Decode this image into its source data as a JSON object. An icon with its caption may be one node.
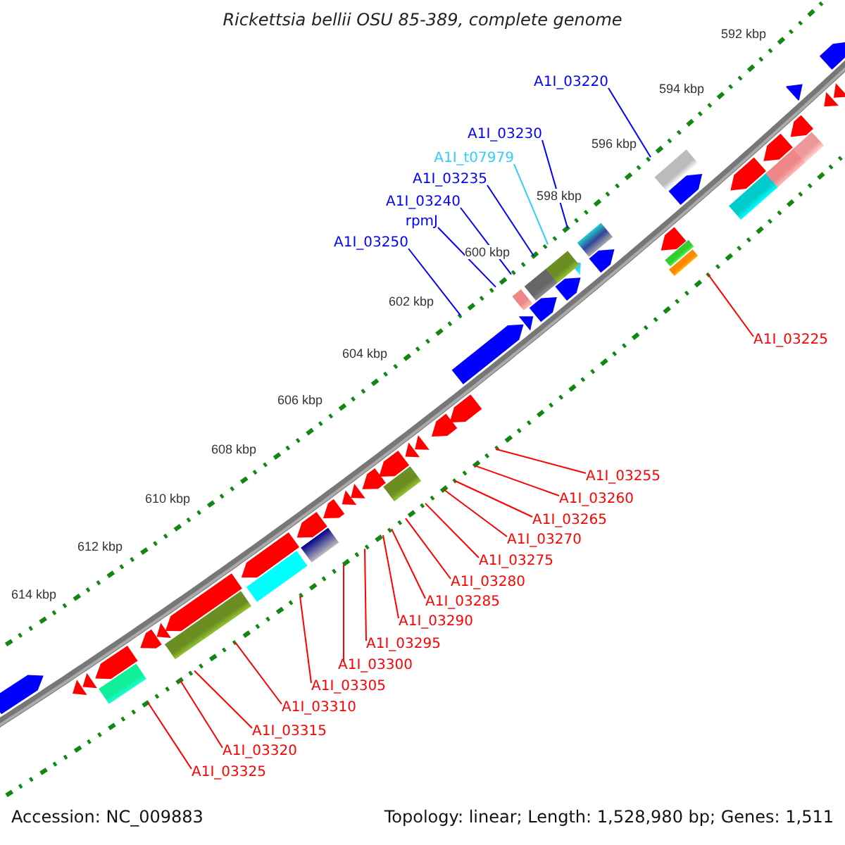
{
  "diagram": {
    "title": "Rickettsia bellii OSU 85-389, complete genome",
    "nodes": [
      {
        "text": [
          "A1I_03220"
        ]
      },
      {
        "text": [
          "A1I_03230"
        ]
      },
      {
        "text": [
          "A1I_t07979"
        ]
      },
      {
        "text": [
          "A1I_03235"
        ]
      },
      {
        "text": [
          "A1I_03240"
        ]
      },
      {
        "text": [
          "rpmJ"
        ]
      },
      {
        "text": [
          "A1I_03250"
        ]
      },
      {
        "text": [
          "A1I_03225"
        ]
      },
      {
        "text": [
          "A1I_03255"
        ]
      },
      {
        "text": [
          "A1I_03260"
        ]
      },
      {
        "text": [
          "A1I_03265"
        ]
      },
      {
        "text": [
          "A1I_03270"
        ]
      },
      {
        "text": [
          "A1I_03275"
        ]
      },
      {
        "text": [
          "A1I_03280"
        ]
      },
      {
        "text": [
          "A1I_03285"
        ]
      },
      {
        "text": [
          "A1I_03290"
        ]
      },
      {
        "text": [
          "A1I_03295"
        ]
      },
      {
        "text": [
          "A1I_03300"
        ]
      },
      {
        "text": [
          "A1I_03305"
        ]
      },
      {
        "text": [
          "A1I_03310"
        ]
      },
      {
        "text": [
          "A1I_03315"
        ]
      },
      {
        "text": [
          "A1I_03320"
        ]
      },
      {
        "text": [
          "A1I_03325"
        ]
      }
    ],
    "edges": [
      {
        "from": 0,
        "to": null,
        "arrow": "none",
        "color": "#0000ff"
      },
      {
        "from": 1,
        "to": null,
        "arrow": "none",
        "color": "#0000ff"
      },
      {
        "from": 2,
        "to": null,
        "arrow": "none",
        "color": "#33ccff"
      },
      {
        "from": 3,
        "to": null,
        "arrow": "none",
        "color": "#0000ff"
      },
      {
        "from": 4,
        "to": null,
        "arrow": "none",
        "color": "#0000ff"
      },
      {
        "from": 5,
        "to": null,
        "arrow": "none",
        "color": "#0000ff"
      },
      {
        "from": 6,
        "to": null,
        "arrow": "none",
        "color": "#0000ff"
      },
      {
        "from": 7,
        "to": null,
        "arrow": "none"
      },
      {
        "from": 8,
        "to": null,
        "arrow": "none"
      },
      {
        "from": 9,
        "to": null,
        "arrow": "none"
      },
      {
        "from": 10,
        "to": null,
        "arrow": "none"
      },
      {
        "from": 11,
        "to": null,
        "arrow": "none"
      },
      {
        "from": 12,
        "to": null,
        "arrow": "none"
      },
      {
        "from": 13,
        "to": null,
        "arrow": "none"
      },
      {
        "from": 14,
        "to": null,
        "arrow": "none"
      },
      {
        "from": 15,
        "to": null,
        "arrow": "none"
      },
      {
        "from": 16,
        "to": null,
        "arrow": "none"
      },
      {
        "from": 17,
        "to": null,
        "arrow": "none"
      },
      {
        "from": 18,
        "to": null,
        "arrow": "none"
      },
      {
        "from": 19,
        "to": null,
        "arrow": "none"
      },
      {
        "from": 20,
        "to": null,
        "arrow": "none"
      },
      {
        "from": 21,
        "to": null,
        "arrow": "none"
      },
      {
        "from": 22,
        "to": null,
        "arrow": "none"
      }
    ],
    "labels": [
      "592 kbp",
      "594 kbp",
      "596 kbp",
      "598 kbp",
      "600 kbp",
      "602 kbp",
      "604 kbp",
      "606 kbp",
      "608 kbp",
      "610 kbp",
      "612 kbp",
      "614 kbp",
      "Accession: NC_009883",
      "Topology: linear; Length: 1,528,980 bp; Genes: 1,511"
    ]
  }
}
